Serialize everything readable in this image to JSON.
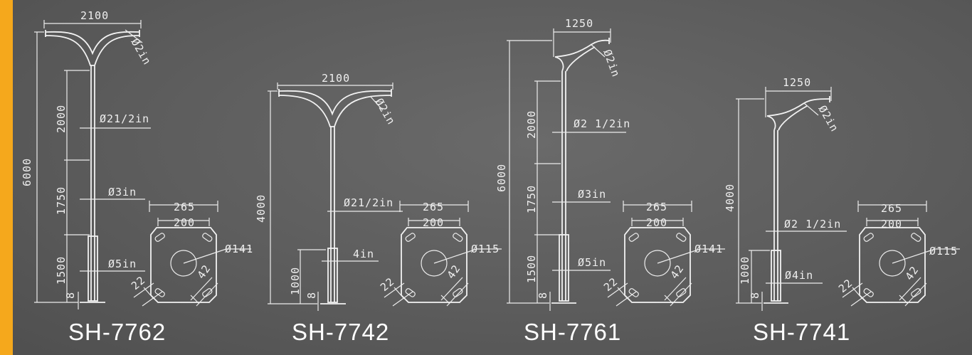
{
  "accent_color": "#f5a81c",
  "background_color": "#5f5f5f",
  "line_color": "#ececec",
  "poles": [
    {
      "model": "SH-7762",
      "arm_span": "2100",
      "arm_diameter": "Ø2in",
      "total_height": "6000",
      "segments": [
        {
          "length": "2000",
          "diameter": "Ø21/2in"
        },
        {
          "length": "1750",
          "diameter": "Ø3in"
        },
        {
          "length": "1500",
          "diameter": "Ø5in"
        }
      ],
      "base_thickness": "8",
      "base_outer": "265",
      "base_inner": "200",
      "base_hole": "Ø141",
      "base_slot": "22",
      "base_slot_len": "42"
    },
    {
      "model": "SH-7742",
      "arm_span": "2100",
      "arm_diameter": "Ø2in",
      "total_height": "4000",
      "upper_diameter": "Ø21/2in",
      "lower_length": "1000",
      "lower_diameter": "4in",
      "base_thickness": "8",
      "base_outer": "265",
      "base_inner": "200",
      "base_hole": "Ø115",
      "base_slot": "22",
      "base_slot_len": "42"
    },
    {
      "model": "SH-7761",
      "arm_span": "1250",
      "arm_diameter": "Ø2in",
      "total_height": "6000",
      "segments": [
        {
          "length": "2000",
          "diameter": "Ø2 1/2in"
        },
        {
          "length": "1750",
          "diameter": "Ø3in"
        },
        {
          "length": "1500",
          "diameter": "Ø5in"
        }
      ],
      "base_thickness": "8",
      "base_outer": "265",
      "base_inner": "200",
      "base_hole": "Ø141",
      "base_slot": "22",
      "base_slot_len": "42"
    },
    {
      "model": "SH-7741",
      "arm_span": "1250",
      "arm_diameter": "Ø2in",
      "total_height": "4000",
      "upper_diameter": "Ø2 1/2in",
      "lower_length": "1000",
      "lower_diameter": "Ø4in",
      "base_thickness": "8",
      "base_outer": "265",
      "base_inner": "200",
      "base_hole": "Ø115",
      "base_slot": "22",
      "base_slot_len": "42"
    }
  ]
}
